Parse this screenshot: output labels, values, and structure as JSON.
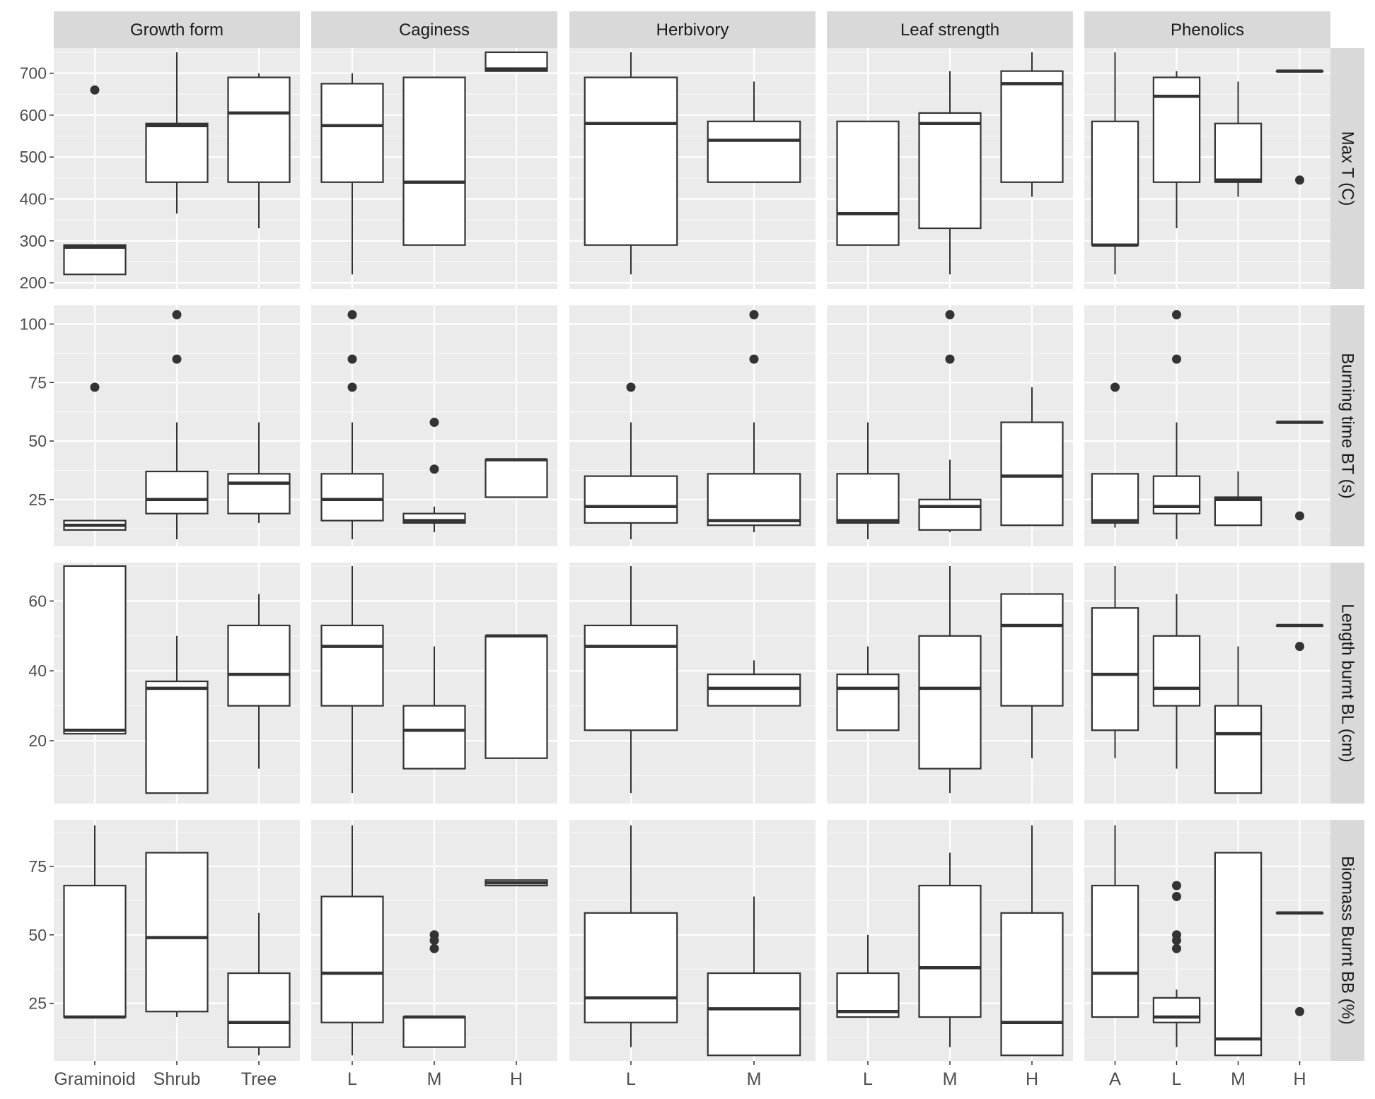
{
  "chart_data": {
    "type": "boxplot",
    "facet_columns": [
      "Growth form",
      "Caginess",
      "Herbivory",
      "Leaf strength",
      "Phenolics"
    ],
    "facet_rows": [
      "Max T (C)",
      "Burning time BT (s)",
      "Length burnt BL (cm)",
      "Biomass Burnt BB (%)"
    ],
    "categories": [
      [
        "Graminoid",
        "Shrub",
        "Tree"
      ],
      [
        "L",
        "M",
        "H"
      ],
      [
        "L",
        "M"
      ],
      [
        "L",
        "M",
        "H"
      ],
      [
        "A",
        "L",
        "M",
        "H"
      ]
    ],
    "ylim": [
      [
        185,
        760
      ],
      [
        5,
        108
      ],
      [
        2,
        71
      ],
      [
        4,
        92
      ]
    ],
    "yticks": [
      [
        200,
        300,
        400,
        500,
        600,
        700
      ],
      [
        25,
        50,
        75,
        100
      ],
      [
        20,
        40,
        60
      ],
      [
        25,
        50,
        75
      ]
    ],
    "grid": true,
    "boxes": [
      [
        [
          [
            220,
            220,
            285,
            290,
            290
          ],
          [
            365,
            440,
            575,
            580,
            750
          ],
          [
            330,
            440,
            605,
            690,
            700
          ]
        ],
        [
          [
            220,
            440,
            575,
            675,
            700
          ],
          [
            290,
            290,
            440,
            690,
            690
          ],
          [
            705,
            705,
            710,
            750,
            750
          ]
        ],
        [
          [
            220,
            290,
            580,
            690,
            750
          ],
          [
            440,
            440,
            540,
            585,
            680
          ]
        ],
        [
          [
            290,
            290,
            365,
            585,
            585
          ],
          [
            220,
            330,
            580,
            605,
            705
          ],
          [
            405,
            440,
            675,
            705,
            750
          ]
        ],
        [
          [
            220,
            290,
            290,
            585,
            750
          ],
          [
            330,
            440,
            645,
            690,
            705
          ],
          [
            405,
            440,
            445,
            580,
            680
          ],
          [
            705,
            705,
            705,
            705,
            705
          ]
        ]
      ],
      [
        [
          [
            12,
            12,
            14,
            16,
            16
          ],
          [
            8,
            19,
            25,
            37,
            58
          ],
          [
            15,
            19,
            32,
            36,
            58
          ]
        ],
        [
          [
            8,
            16,
            25,
            36,
            58
          ],
          [
            11,
            15,
            16,
            19,
            22
          ],
          [
            26,
            26,
            42,
            42,
            42
          ]
        ],
        [
          [
            8,
            15,
            22,
            35,
            58
          ],
          [
            11,
            14,
            16,
            36,
            58
          ]
        ],
        [
          [
            8,
            15,
            16,
            36,
            58
          ],
          [
            11,
            12,
            22,
            25,
            42
          ],
          [
            14,
            14,
            35,
            58,
            73
          ]
        ],
        [
          [
            13,
            15,
            16,
            36,
            36
          ],
          [
            8,
            19,
            22,
            35,
            58
          ],
          [
            14,
            14,
            25,
            26,
            37
          ],
          [
            58,
            58,
            58,
            58,
            58
          ]
        ]
      ],
      [
        [
          [
            22,
            22,
            23,
            70,
            70
          ],
          [
            5,
            5,
            35,
            37,
            50
          ],
          [
            12,
            30,
            39,
            53,
            62
          ]
        ],
        [
          [
            5,
            30,
            47,
            53,
            70
          ],
          [
            12,
            12,
            23,
            30,
            47
          ],
          [
            15,
            15,
            50,
            50,
            50
          ]
        ],
        [
          [
            5,
            23,
            47,
            53,
            70
          ],
          [
            30,
            30,
            35,
            39,
            43
          ]
        ],
        [
          [
            23,
            23,
            35,
            39,
            47
          ],
          [
            5,
            12,
            35,
            50,
            70
          ],
          [
            15,
            30,
            53,
            62,
            62
          ]
        ],
        [
          [
            15,
            23,
            39,
            58,
            70
          ],
          [
            12,
            30,
            35,
            50,
            62
          ],
          [
            5,
            5,
            22,
            30,
            47
          ],
          [
            53,
            53,
            53,
            53,
            53
          ]
        ]
      ],
      [
        [
          [
            20,
            20,
            20,
            68,
            90
          ],
          [
            20,
            22,
            49,
            80,
            80
          ],
          [
            6,
            9,
            18,
            36,
            58
          ]
        ],
        [
          [
            6,
            18,
            36,
            64,
            90
          ],
          [
            9,
            9,
            20,
            20,
            20
          ],
          [
            68,
            68,
            69,
            70,
            70
          ]
        ],
        [
          [
            9,
            18,
            27,
            58,
            90
          ],
          [
            6,
            6,
            23,
            36,
            64
          ]
        ],
        [
          [
            20,
            20,
            22,
            36,
            50
          ],
          [
            9,
            20,
            38,
            68,
            80
          ],
          [
            6,
            6,
            18,
            58,
            90
          ]
        ],
        [
          [
            20,
            20,
            36,
            68,
            90
          ],
          [
            9,
            18,
            20,
            27,
            30
          ],
          [
            6,
            6,
            12,
            80,
            80
          ],
          [
            58,
            58,
            58,
            58,
            58
          ]
        ]
      ]
    ],
    "outliers": [
      [
        [
          [
            660
          ],
          [],
          []
        ],
        [
          [],
          [],
          []
        ],
        [
          [],
          []
        ],
        [
          [],
          [],
          []
        ],
        [
          [],
          [],
          [],
          [
            445
          ]
        ]
      ],
      [
        [
          [
            73
          ],
          [
            85,
            104
          ],
          []
        ],
        [
          [
            73,
            85,
            104
          ],
          [
            38,
            58
          ],
          []
        ],
        [
          [
            73
          ],
          [
            85,
            104
          ]
        ],
        [
          [],
          [
            85,
            104
          ],
          []
        ],
        [
          [
            73
          ],
          [
            85,
            104
          ],
          [],
          [
            18
          ]
        ]
      ],
      [
        [
          [],
          [],
          []
        ],
        [
          [],
          [],
          []
        ],
        [
          [],
          []
        ],
        [
          [],
          [],
          []
        ],
        [
          [],
          [],
          [],
          [
            47
          ]
        ]
      ],
      [
        [
          [],
          [],
          []
        ],
        [
          [],
          [
            45,
            48,
            50
          ],
          []
        ],
        [
          [],
          []
        ],
        [
          [],
          [],
          []
        ],
        [
          [],
          [
            45,
            48,
            50,
            64,
            68
          ],
          [],
          [
            22
          ]
        ]
      ]
    ]
  }
}
